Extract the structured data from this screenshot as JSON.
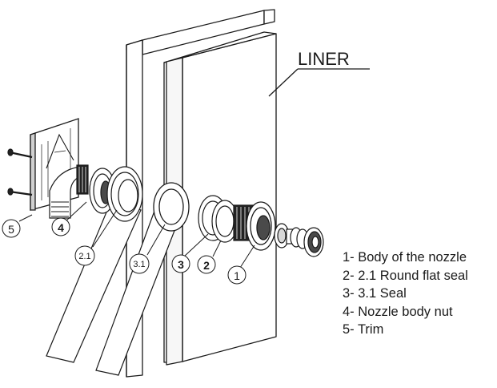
{
  "heading": "LINER",
  "callouts": [
    "5",
    "4",
    "2.1",
    "3.1",
    "3",
    "2",
    "1"
  ],
  "legend": [
    "1- Body of the nozzle",
    "2- 2.1 Round flat seal",
    "3- 3.1 Seal",
    "4- Nozzle body nut",
    "5- Trim"
  ],
  "colors": {
    "line": "#1a1a1a",
    "shade": "#4a4a4a",
    "dark": "#222222",
    "paper": "#ffffff"
  }
}
